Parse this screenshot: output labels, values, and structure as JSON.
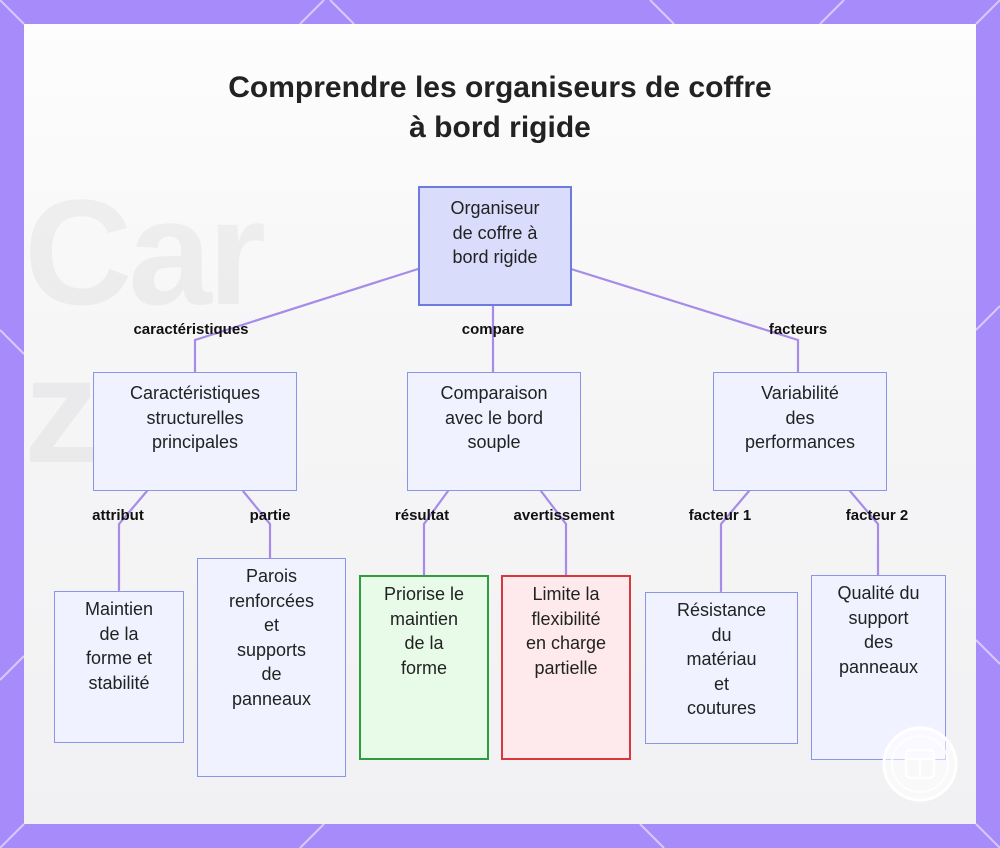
{
  "title": "Comprendre les organiseurs de coffre\nà bord rigide",
  "watermark_text": "Car\nzon",
  "nodes": {
    "root": "Organiseur\nde coffre à\nbord rigide",
    "structure": "Caractéristiques\nstructurelles\nprincipales",
    "comparaison": "Comparaison\navec le bord\nsouple",
    "variabilite": "Variabilité\ndes\nperformances",
    "maintien": "Maintien\nde la\nforme et\nstabilité",
    "parois": "Parois\nrenforcées\net\nsupports\nde\npanneaux",
    "priorise": "Priorise le\nmaintien\nde la\nforme",
    "limite": "Limite la\nflexibilité\nen charge\npartielle",
    "resistance": "Résistance\ndu\nmatériau\net\ncoutures",
    "qualite": "Qualité du\nsupport\ndes\npanneaux"
  },
  "edges": {
    "caracteristiques": "caractéristiques",
    "compare": "compare",
    "facteurs": "facteurs",
    "attribut": "attribut",
    "partie": "partie",
    "resultat": "résultat",
    "avertissement": "avertissement",
    "facteur1": "facteur 1",
    "facteur2": "facteur 2"
  },
  "colors": {
    "frame": "#a78bfa",
    "connector": "#a78be8",
    "node_border": "#8b95e8",
    "node_fill": "#f1f2ff",
    "root_fill": "#d9dcfb",
    "positive_border": "#2e9e3c",
    "positive_fill": "#e8fbe9",
    "negative_border": "#d9363e",
    "negative_fill": "#feeaec"
  },
  "logo_icon": "app-window-icon"
}
